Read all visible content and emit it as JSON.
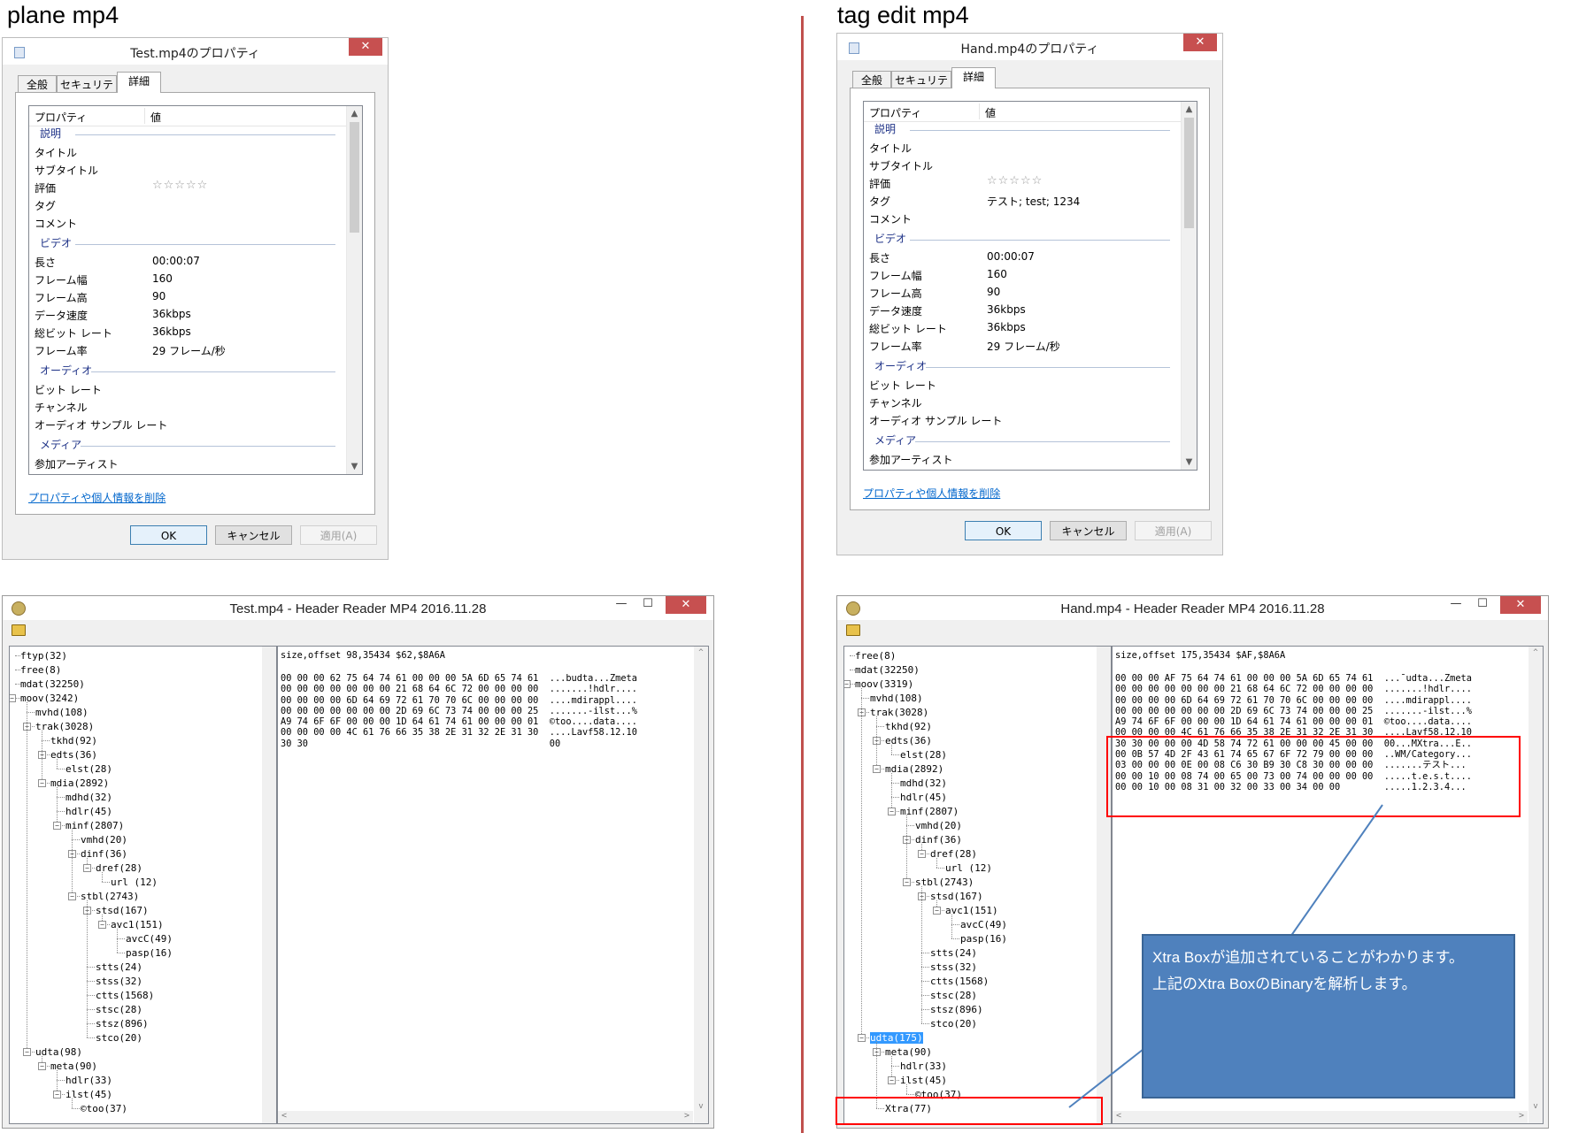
{
  "left_heading": "plane mp4",
  "right_heading": "tag edit mp4",
  "props_left": {
    "title": "Test.mp4のプロパティ",
    "close": "✕",
    "tabs": [
      "全般",
      "セキュリティ",
      "詳細"
    ],
    "col_property": "プロパティ",
    "col_value": "値",
    "groups": {
      "desc": "説明",
      "video": "ビデオ",
      "audio": "オーディオ",
      "media": "メディア"
    },
    "rows": {
      "title": "タイトル",
      "subtitle": "サブタイトル",
      "rating": "評価",
      "rating_stars": "☆☆☆☆☆",
      "tag": "タグ",
      "tag_value": "",
      "comment": "コメント",
      "length": "長さ",
      "length_value": "00:00:07",
      "frame_width": "フレーム幅",
      "frame_width_value": "160",
      "frame_height": "フレーム高",
      "frame_height_value": "90",
      "data_rate": "データ速度",
      "data_rate_value": "36kbps",
      "total_bitrate": "総ビット レート",
      "total_bitrate_value": "36kbps",
      "frame_rate": "フレーム率",
      "frame_rate_value": "29 フレーム/秒",
      "bitrate": "ビット レート",
      "channel": "チャンネル",
      "sample_rate": "オーディオ サンプル レート",
      "contributing_artist": "参加アーティスト"
    },
    "remove_link": "プロパティや個人情報を削除",
    "ok": "OK",
    "cancel": "キャンセル",
    "apply": "適用(A)"
  },
  "props_right": {
    "title": "Hand.mp4のプロパティ",
    "close": "✕",
    "tabs": [
      "全般",
      "セキュリティ",
      "詳細"
    ],
    "col_property": "プロパティ",
    "col_value": "値",
    "groups": {
      "desc": "説明",
      "video": "ビデオ",
      "audio": "オーディオ",
      "media": "メディア"
    },
    "rows": {
      "title": "タイトル",
      "subtitle": "サブタイトル",
      "rating": "評価",
      "rating_stars": "☆☆☆☆☆",
      "tag": "タグ",
      "tag_value": "テスト; test; 1234",
      "comment": "コメント",
      "length": "長さ",
      "length_value": "00:00:07",
      "frame_width": "フレーム幅",
      "frame_width_value": "160",
      "frame_height": "フレーム高",
      "frame_height_value": "90",
      "data_rate": "データ速度",
      "data_rate_value": "36kbps",
      "total_bitrate": "総ビット レート",
      "total_bitrate_value": "36kbps",
      "frame_rate": "フレーム率",
      "frame_rate_value": "29 フレーム/秒",
      "bitrate": "ビット レート",
      "channel": "チャンネル",
      "sample_rate": "オーディオ サンプル レート",
      "contributing_artist": "参加アーティスト"
    },
    "remove_link": "プロパティや個人情報を削除",
    "ok": "OK",
    "cancel": "キャンセル",
    "apply": "適用(A)"
  },
  "reader_left": {
    "title": "Test.mp4 - Header Reader MP4 2016.11.28",
    "min": "—",
    "max": "☐",
    "close": "✕",
    "tree": [
      {
        "d": 0,
        "t": "ftyp(32)"
      },
      {
        "d": 0,
        "t": "free(8)"
      },
      {
        "d": 0,
        "t": "mdat(32250)"
      },
      {
        "d": 0,
        "t": "moov(3242)",
        "box": true
      },
      {
        "d": 1,
        "t": "mvhd(108)"
      },
      {
        "d": 1,
        "t": "trak(3028)",
        "box": true
      },
      {
        "d": 2,
        "t": "tkhd(92)"
      },
      {
        "d": 2,
        "t": "edts(36)",
        "box": true
      },
      {
        "d": 3,
        "t": "elst(28)"
      },
      {
        "d": 2,
        "t": "mdia(2892)",
        "box": true
      },
      {
        "d": 3,
        "t": "mdhd(32)"
      },
      {
        "d": 3,
        "t": "hdlr(45)"
      },
      {
        "d": 3,
        "t": "minf(2807)",
        "box": true
      },
      {
        "d": 4,
        "t": "vmhd(20)"
      },
      {
        "d": 4,
        "t": "dinf(36)",
        "box": true
      },
      {
        "d": 5,
        "t": "dref(28)",
        "box": true
      },
      {
        "d": 6,
        "t": "url (12)"
      },
      {
        "d": 4,
        "t": "stbl(2743)",
        "box": true
      },
      {
        "d": 5,
        "t": "stsd(167)",
        "box": true
      },
      {
        "d": 6,
        "t": "avc1(151)",
        "box": true
      },
      {
        "d": 7,
        "t": "avcC(49)"
      },
      {
        "d": 7,
        "t": "pasp(16)"
      },
      {
        "d": 5,
        "t": "stts(24)"
      },
      {
        "d": 5,
        "t": "stss(32)"
      },
      {
        "d": 5,
        "t": "ctts(1568)"
      },
      {
        "d": 5,
        "t": "stsc(28)"
      },
      {
        "d": 5,
        "t": "stsz(896)"
      },
      {
        "d": 5,
        "t": "stco(20)"
      },
      {
        "d": 1,
        "t": "udta(98)",
        "box": true
      },
      {
        "d": 2,
        "t": "meta(90)",
        "box": true
      },
      {
        "d": 3,
        "t": "hdlr(33)"
      },
      {
        "d": 3,
        "t": "ilst(45)",
        "box": true
      },
      {
        "d": 4,
        "t": "©too(37)"
      }
    ],
    "hex_header": "size,offset 98,35434 $62,$8A6A",
    "hex_lines": [
      "00 00 00 62 75 64 74 61 00 00 00 5A 6D 65 74 61  ...budta...Zmeta",
      "00 00 00 00 00 00 00 21 68 64 6C 72 00 00 00 00  .......!hdlr....",
      "00 00 00 00 6D 64 69 72 61 70 70 6C 00 00 00 00  ....mdirappl....",
      "00 00 00 00 00 00 00 2D 69 6C 73 74 00 00 00 25  .......-ilst...%",
      "A9 74 6F 6F 00 00 00 1D 64 61 74 61 00 00 00 01  ©too....data....",
      "00 00 00 00 4C 61 76 66 35 38 2E 31 32 2E 31 30  ....Lavf58.12.10",
      "30 30                                            00"
    ]
  },
  "reader_right": {
    "title": "Hand.mp4 - Header Reader MP4 2016.11.28",
    "min": "—",
    "max": "☐",
    "close": "✕",
    "tree": [
      {
        "d": 0,
        "t": "free(8)"
      },
      {
        "d": 0,
        "t": "mdat(32250)"
      },
      {
        "d": 0,
        "t": "moov(3319)",
        "box": true
      },
      {
        "d": 1,
        "t": "mvhd(108)"
      },
      {
        "d": 1,
        "t": "trak(3028)",
        "box": true
      },
      {
        "d": 2,
        "t": "tkhd(92)"
      },
      {
        "d": 2,
        "t": "edts(36)",
        "box": true
      },
      {
        "d": 3,
        "t": "elst(28)"
      },
      {
        "d": 2,
        "t": "mdia(2892)",
        "box": true
      },
      {
        "d": 3,
        "t": "mdhd(32)"
      },
      {
        "d": 3,
        "t": "hdlr(45)"
      },
      {
        "d": 3,
        "t": "minf(2807)",
        "box": true
      },
      {
        "d": 4,
        "t": "vmhd(20)"
      },
      {
        "d": 4,
        "t": "dinf(36)",
        "box": true
      },
      {
        "d": 5,
        "t": "dref(28)",
        "box": true
      },
      {
        "d": 6,
        "t": "url (12)"
      },
      {
        "d": 4,
        "t": "stbl(2743)",
        "box": true
      },
      {
        "d": 5,
        "t": "stsd(167)",
        "box": true
      },
      {
        "d": 6,
        "t": "avc1(151)",
        "box": true
      },
      {
        "d": 7,
        "t": "avcC(49)"
      },
      {
        "d": 7,
        "t": "pasp(16)"
      },
      {
        "d": 5,
        "t": "stts(24)"
      },
      {
        "d": 5,
        "t": "stss(32)"
      },
      {
        "d": 5,
        "t": "ctts(1568)"
      },
      {
        "d": 5,
        "t": "stsc(28)"
      },
      {
        "d": 5,
        "t": "stsz(896)"
      },
      {
        "d": 5,
        "t": "stco(20)"
      },
      {
        "d": 1,
        "t": "udta(175)",
        "box": true,
        "sel": true
      },
      {
        "d": 2,
        "t": "meta(90)",
        "box": true
      },
      {
        "d": 3,
        "t": "hdlr(33)"
      },
      {
        "d": 3,
        "t": "ilst(45)",
        "box": true
      },
      {
        "d": 4,
        "t": "©too(37)"
      },
      {
        "d": 2,
        "t": "Xtra(77)"
      }
    ],
    "hex_header": "size,offset 175,35434 $AF,$8A6A",
    "hex_lines": [
      "00 00 00 AF 75 64 74 61 00 00 00 5A 6D 65 74 61  ...¯udta...Zmeta",
      "00 00 00 00 00 00 00 21 68 64 6C 72 00 00 00 00  .......!hdlr....",
      "00 00 00 00 6D 64 69 72 61 70 70 6C 00 00 00 00  ....mdirappl....",
      "00 00 00 00 00 00 00 2D 69 6C 73 74 00 00 00 25  .......-ilst...%",
      "A9 74 6F 6F 00 00 00 1D 64 61 74 61 00 00 00 01  ©too....data....",
      "00 00 00 00 4C 61 76 66 35 38 2E 31 32 2E 31 30  ....Lavf58.12.10",
      "30 30 00 00 00 4D 58 74 72 61 00 00 00 45 00 00  00...MXtra...E..",
      "00 0B 57 4D 2F 43 61 74 65 67 6F 72 79 00 00 00  ..WM/Category...",
      "03 00 00 00 0E 00 08 C6 30 B9 30 C8 30 00 00 00  .......テスト...",
      "00 00 10 00 08 74 00 65 00 73 00 74 00 00 00 00  .....t.e.s.t....",
      "00 00 10 00 08 31 00 32 00 33 00 34 00 00        .....1.2.3.4..."
    ]
  },
  "callout": {
    "line1": "Xtra Boxが追加されていることがわかります。",
    "line2": "上記のXtra BoxのBinaryを解析します。"
  }
}
